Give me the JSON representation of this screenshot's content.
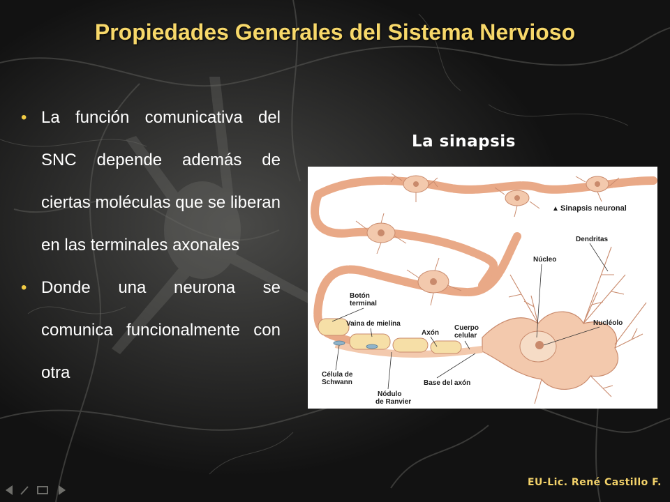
{
  "slide": {
    "title": "Propiedades Generales del Sistema Nervioso",
    "bullets": [
      "La función comunicativa del SNC depende además de ciertas moléculas que se liberan en las terminales axonales",
      "Donde una neurona se comunica funcionalmente con otra"
    ],
    "subtitle": "La sinapsis",
    "footer": "EU-Lic. René Castillo F."
  },
  "diagram": {
    "caption": "Sinapsis neuronal",
    "labels": {
      "dendritas": "Dendritas",
      "nucleo": "Núcleo",
      "boton": [
        "Botón",
        "terminal"
      ],
      "vaina": "Vaina de mielina",
      "axon": "Axón",
      "cuerpo": [
        "Cuerpo",
        "celular"
      ],
      "nucleolo": "Nucléolo",
      "schwann": [
        "Célula de",
        "Schwann"
      ],
      "nodulo": [
        "Nódulo",
        "de Ranvier"
      ],
      "base": "Base del axón"
    }
  },
  "colors": {
    "title": "#f7d86a",
    "bullet_marker": "#f2cc45",
    "footer": "#f4d36a",
    "neuron_fill": "#f3c9ad",
    "myelin": "#e8ab8c",
    "myelin_inner": "#f6dfa7"
  },
  "icons": {
    "nav": [
      "nav-prev-icon",
      "nav-pen-icon",
      "nav-screen-icon",
      "nav-next-icon"
    ]
  }
}
